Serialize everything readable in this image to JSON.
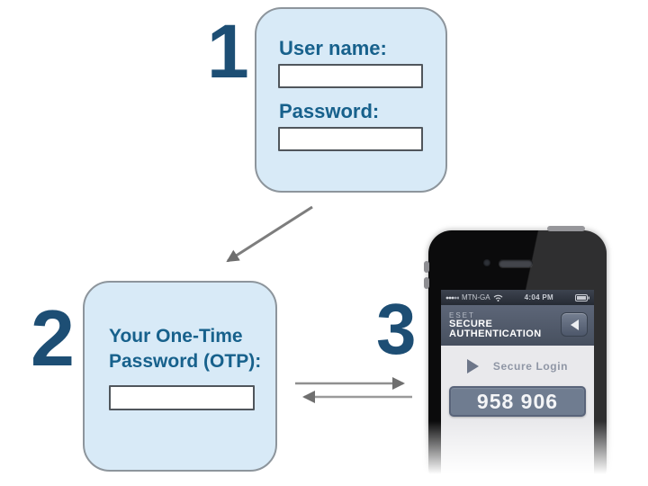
{
  "steps": {
    "one": {
      "number": "1",
      "fields": [
        {
          "label": "User name:",
          "value": ""
        },
        {
          "label": "Password:",
          "value": ""
        }
      ]
    },
    "two": {
      "number": "2",
      "label_line1": "Your One-Time",
      "label_line2": "Password (OTP):",
      "field": {
        "value": ""
      }
    },
    "three": {
      "number": "3"
    }
  },
  "phone": {
    "status_bar": {
      "carrier": "MTN-GA",
      "time": "4:04 PM",
      "icons": [
        "signal-icon",
        "wifi-icon",
        "battery-icon"
      ]
    },
    "header": {
      "brand": "ESET",
      "title_line1": "SECURE",
      "title_line2": "AUTHENTICATION",
      "back_icon": "back-arrow-icon"
    },
    "screen": {
      "play_icon": "play-icon",
      "action_label": "Secure Login",
      "otp_code": "958 906"
    }
  },
  "colors": {
    "panel_fill": "#d8eaf7",
    "panel_border": "#8d959c",
    "label_text": "#17618c",
    "number_text": "#1d4e74",
    "arrow_gray": "#7d7d7d",
    "phone_header_bg": "#4e586a",
    "otp_box_bg": "#6f7c90",
    "screen_bg": "#e9e9ec"
  }
}
